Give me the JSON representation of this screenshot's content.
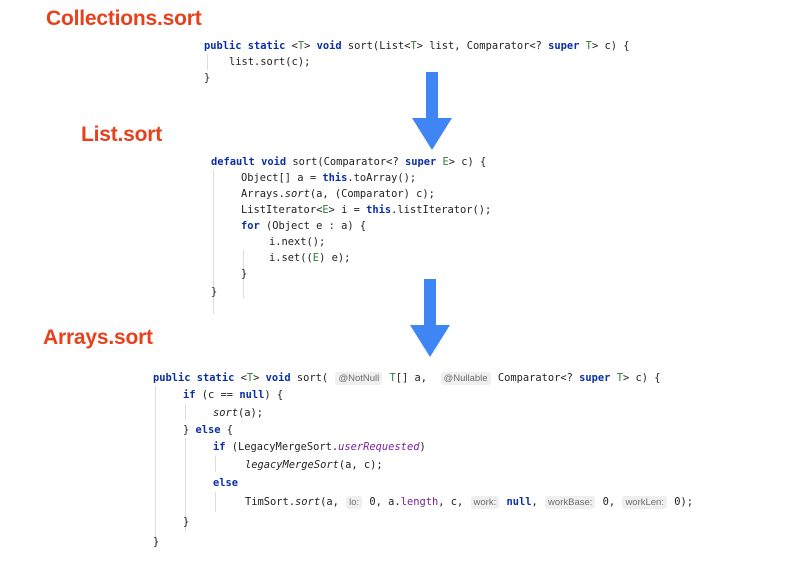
{
  "headings": {
    "collections_sort": "Collections.sort",
    "list_sort": "List.sort",
    "arrays_sort": "Arrays.sort"
  },
  "colors": {
    "heading": "#e8401c",
    "arrow": "#3f86f4",
    "keyword": "#0a2fa6",
    "type_param": "#2e7d32",
    "static_field": "#7a1fa2",
    "hint_bg": "#efefef",
    "hint_text": "#6e6e6e"
  },
  "code": {
    "collections": {
      "l1": {
        "kw1": "public static",
        "lt": " <",
        "t1": "T",
        "gt": "> ",
        "kw2": "void",
        "rest1": " sort(List<",
        "t2": "T",
        "rest2": "> list, Comparator<? ",
        "kw3": "super",
        "sp": " ",
        "t3": "T",
        "rest3": "> c) {"
      },
      "l2": "list.sort(c);",
      "l3": "}"
    },
    "list": {
      "l1": {
        "kw1": "default",
        "sp": " ",
        "kw2": "void",
        "rest1": " sort(Comparator<? ",
        "kw3": "super",
        "sp2": " ",
        "t1": "E",
        "rest2": "> c) {"
      },
      "l2": {
        "a": "Object[] a = ",
        "kw": "this",
        "b": ".toArray();"
      },
      "l3": {
        "a": "Arrays.",
        "it": "sort",
        "b": "(a, (Comparator) c);"
      },
      "l4": {
        "a": "ListIterator<",
        "t": "E",
        "b": "> i = ",
        "kw": "this",
        "c": ".listIterator();"
      },
      "l5": {
        "kw": "for",
        "b": " (Object e : a) {"
      },
      "l6": "i.next();",
      "l7": {
        "a": "i.set((",
        "t": "E",
        "b": ") e);"
      },
      "l8": "}",
      "l9": "}"
    },
    "arrays": {
      "l1": {
        "kw1": "public static",
        "lt": " <",
        "t1": "T",
        "gt": "> ",
        "kw2": "void",
        "a": " sort( ",
        "h1": "@NotNull",
        "sp": " ",
        "t2": "T",
        "b": "[] a,  ",
        "h2": "@Nullable",
        "c": " Comparator<? ",
        "kw3": "super",
        "sp2": " ",
        "t3": "T",
        "d": "> c) {"
      },
      "l2": {
        "kw1": "if",
        "a": " (c == ",
        "kw2": "null",
        "b": ") {"
      },
      "l3": {
        "it": "sort",
        "b": "(a);"
      },
      "l4": {
        "a": "} ",
        "kw": "else",
        "b": " {"
      },
      "l5": {
        "kw": "if",
        "a": " (LegacyMergeSort.",
        "fld": "userRequested",
        "b": ")"
      },
      "l6": {
        "it": "legacyMergeSort",
        "b": "(a, c);"
      },
      "l7": "else",
      "l8": {
        "a": "TimSort.",
        "it": "sort",
        "b": "(a, ",
        "h1": "lo:",
        "v1": " 0, a.",
        "prop": "length",
        "c": ", c, ",
        "h2": "work:",
        "sp": " ",
        "kw1": "null",
        "d": ", ",
        "h3": "workBase:",
        "v2": " 0, ",
        "h4": "workLen:",
        "v3": " 0);"
      },
      "l9": "}",
      "l10": "}"
    }
  }
}
